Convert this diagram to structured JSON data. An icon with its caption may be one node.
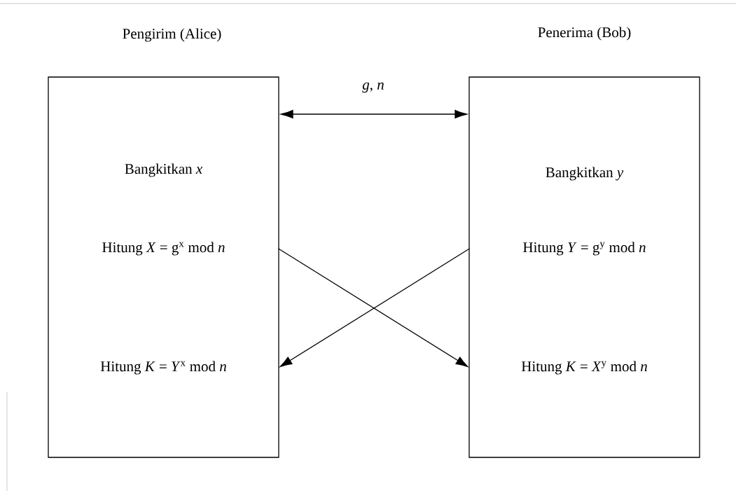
{
  "diagram": {
    "nodes": [
      {
        "text": [
          "Pengirim (Alice)"
        ]
      },
      {
        "text": [
          "Bangkitkan *x*"
        ],
        "in": 0
      },
      {
        "text": [
          "Hitung *X* = g$^{x}$ mod *n*"
        ],
        "in": 0
      },
      {
        "text": [
          "Hitung *K* = *Y*$^{x}$ mod *n*"
        ],
        "in": 0
      },
      {
        "text": [
          "Penerima (Bob)"
        ]
      },
      {
        "text": [
          "Bangkitkan *y*"
        ],
        "in": 4
      },
      {
        "text": [
          "Hitung *Y* = g$^{y}$ mod *n*"
        ],
        "in": 4
      },
      {
        "text": [
          "Hitung *K* = *X*$^{y}$ mod *n*"
        ],
        "in": 4
      }
    ],
    "edges": [
      {
        "from": 0,
        "to": 4,
        "arrow": "both",
        "label": "*g*, *n*"
      },
      {
        "from": 2,
        "to": 7,
        "arrow": "to"
      },
      {
        "from": 6,
        "to": 3,
        "arrow": "to"
      }
    ]
  }
}
